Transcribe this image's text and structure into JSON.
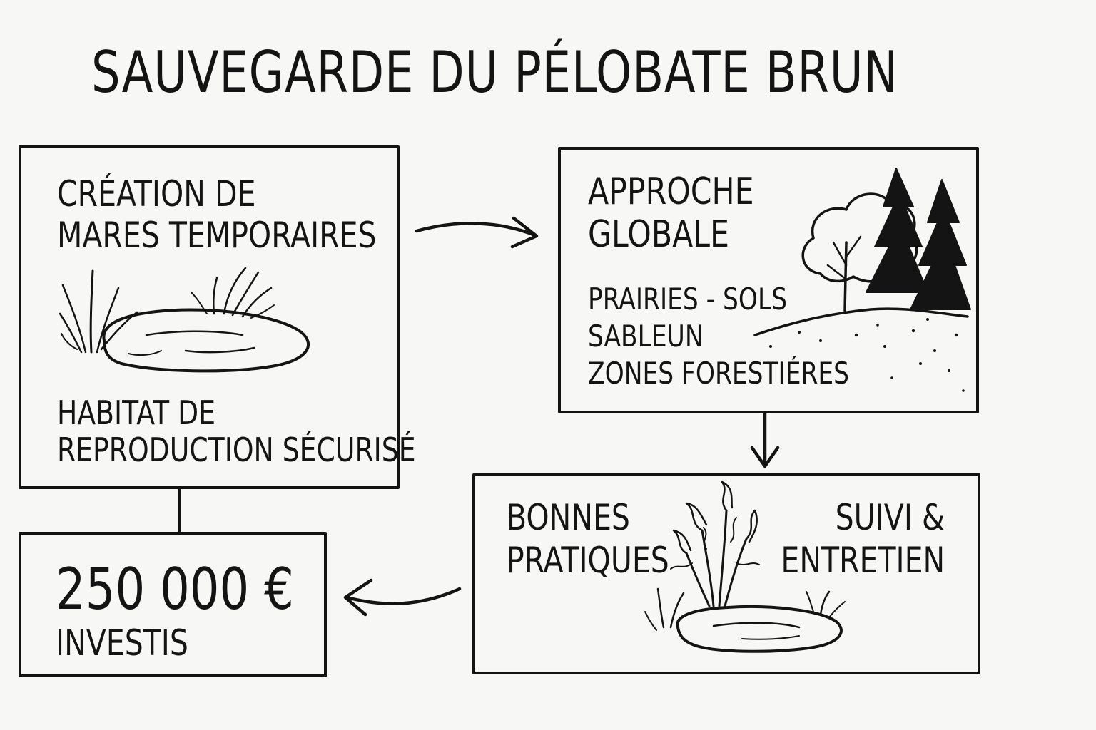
{
  "title": "SAUVEGARDE DU PÉLOBATE BRUN",
  "boxes": {
    "mares": {
      "heading_line1": "CRÉATION DE",
      "heading_line2": "MARES TEMPORAIRES",
      "caption_line1": "HABITAT DE",
      "caption_line2": "REPRODUCTION SÉCURISÉ",
      "illustration": "pond-with-grass-icon"
    },
    "approche": {
      "heading_line1": "APPROCHE",
      "heading_line2": "GLOBALE",
      "item_line1": "PRAIRIES - SOLS",
      "item_line2": "SABLEUN",
      "item_line3": "ZONES FORESTIÉRES",
      "illustration": "trees-on-hill-icon"
    },
    "pratiques": {
      "left_line1": "BONNES",
      "left_line2": "PRATIQUES",
      "right_line1": "SUIVI &",
      "right_line2": "ENTRETIEN",
      "illustration": "pond-with-plant-icon"
    },
    "budget": {
      "amount": "250 000 €",
      "label": "INVESTIS"
    }
  },
  "colors": {
    "ink": "#141414",
    "paper": "#f7f7f5"
  }
}
